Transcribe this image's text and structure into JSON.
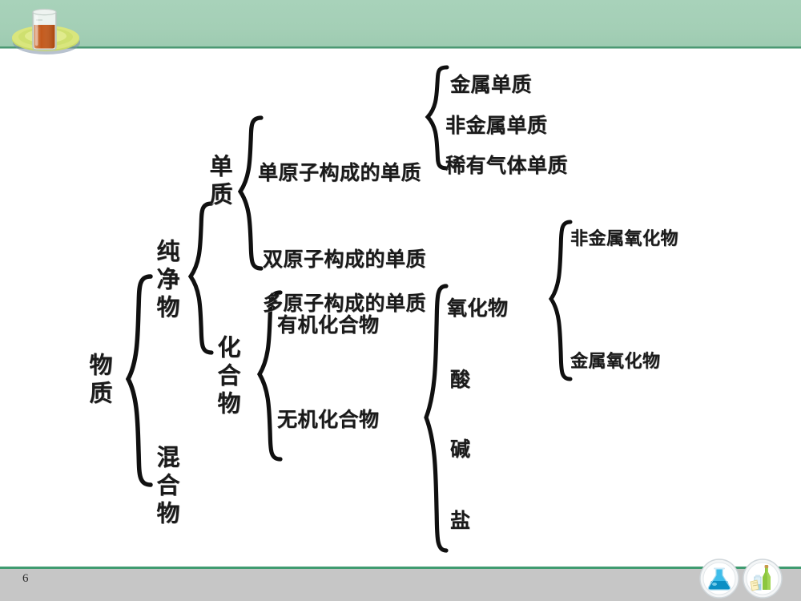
{
  "slide": {
    "page_number": "6",
    "header": {
      "logo_icon": "beaker-on-dish-icon",
      "band_color": "#a4cfb6",
      "rule_color": "#3f8f68"
    },
    "footer": {
      "bar_color": "#c6c6c6",
      "rule_color": "#3f9b70",
      "icons": [
        {
          "name": "blue-flask-icon",
          "label": ""
        },
        {
          "name": "green-bottles-icon",
          "label": ""
        }
      ]
    }
  },
  "diagram": {
    "type": "classification-tree",
    "root": "物质",
    "nodes": {
      "matter": "物质",
      "pure_substance": "纯净物",
      "mixture": "混合物",
      "element_substance": "单质",
      "compound": "化合物",
      "monoatomic_element": "单原子构成的单质",
      "diatomic_element": "双原子构成的单质",
      "polyatomic_element": "多原子构成的单质",
      "metal_element": "金属单质",
      "nonmetal_element": "非金属单质",
      "noble_gas_element": "稀有气体单质",
      "organic_compound": "有机化合物",
      "inorganic_compound": "无机化合物",
      "oxide": "氧化物",
      "acid": "酸",
      "base": "碱",
      "salt": "盐",
      "nonmetal_oxide": "非金属氧化物",
      "metal_oxide": "金属氧化物"
    },
    "edges": [
      {
        "from": "物质",
        "to": "纯净物"
      },
      {
        "from": "物质",
        "to": "混合物"
      },
      {
        "from": "纯净物",
        "to": "单质"
      },
      {
        "from": "纯净物",
        "to": "化合物"
      },
      {
        "from": "单质",
        "to": "单原子构成的单质"
      },
      {
        "from": "单质",
        "to": "双原子构成的单质"
      },
      {
        "from": "单质",
        "to": "多原子构成的单质"
      },
      {
        "from": "单原子构成的单质",
        "to": "金属单质"
      },
      {
        "from": "单原子构成的单质",
        "to": "非金属单质"
      },
      {
        "from": "单原子构成的单质",
        "to": "稀有气体单质"
      },
      {
        "from": "化合物",
        "to": "有机化合物"
      },
      {
        "from": "化合物",
        "to": "无机化合物"
      },
      {
        "from": "无机化合物",
        "to": "氧化物"
      },
      {
        "from": "无机化合物",
        "to": "酸"
      },
      {
        "from": "无机化合物",
        "to": "碱"
      },
      {
        "from": "无机化合物",
        "to": "盐"
      },
      {
        "from": "氧化物",
        "to": "非金属氧化物"
      },
      {
        "from": "氧化物",
        "to": "金属氧化物"
      }
    ]
  }
}
